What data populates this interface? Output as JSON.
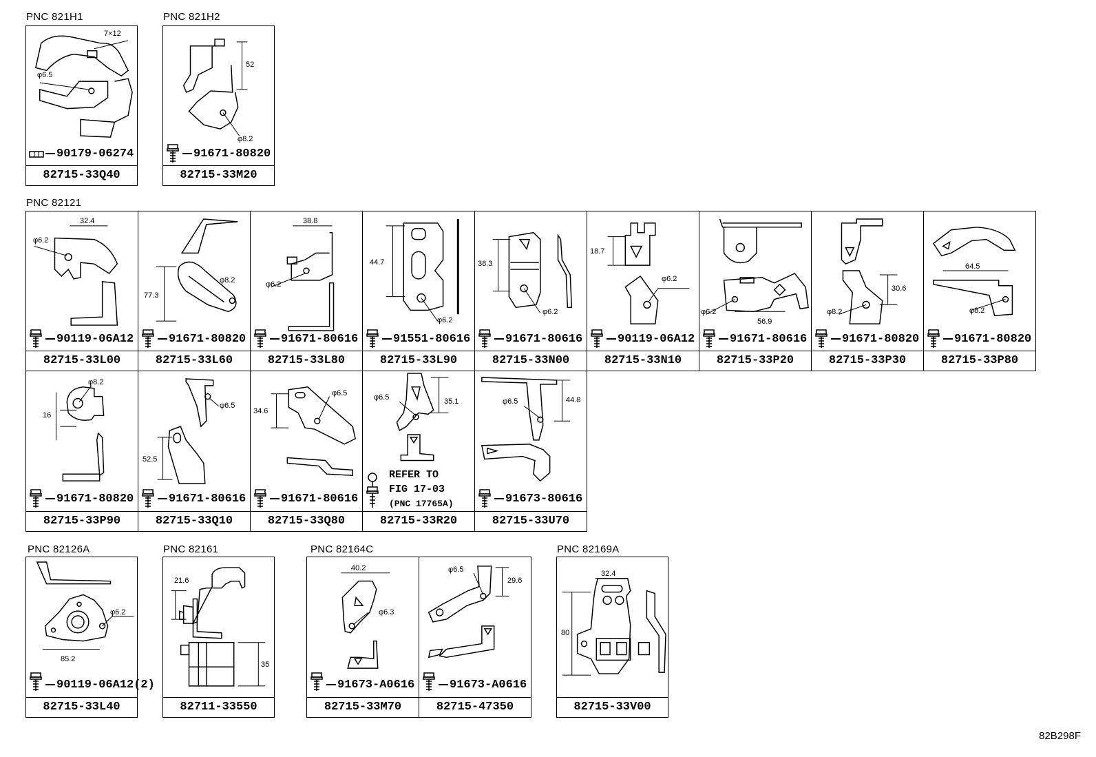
{
  "figure_code": "82B298F",
  "groups": [
    {
      "id": "g1",
      "pnc": "PNC 821H1"
    },
    {
      "id": "g2",
      "pnc": "PNC 821H2"
    },
    {
      "id": "g3",
      "pnc": "PNC 82121"
    },
    {
      "id": "g4",
      "pnc": "PNC 82126A"
    },
    {
      "id": "g5",
      "pnc": "PNC 82161"
    },
    {
      "id": "g6",
      "pnc": "PNC 82164C"
    },
    {
      "id": "g7",
      "pnc": "PNC 82169A"
    }
  ],
  "cells": [
    {
      "code": "82715-33Q40",
      "fastener": "90179-06274",
      "fastener_icon": "nut-icon",
      "dims": [
        "7×12",
        "φ6.5"
      ]
    },
    {
      "code": "82715-33M20",
      "fastener": "91671-80820",
      "fastener_icon": "bolt-icon",
      "dims": [
        "52",
        "φ8.2"
      ]
    },
    {
      "code": "82715-33L00",
      "fastener": "90119-06A12",
      "fastener_icon": "bolt-icon",
      "dims": [
        "32.4",
        "φ6.2"
      ]
    },
    {
      "code": "82715-33L60",
      "fastener": "91671-80820",
      "fastener_icon": "bolt-icon",
      "dims": [
        "77.3",
        "φ8.2"
      ]
    },
    {
      "code": "82715-33L80",
      "fastener": "91671-80616",
      "fastener_icon": "bolt-icon",
      "dims": [
        "38.8",
        "φ6.2"
      ]
    },
    {
      "code": "82715-33L90",
      "fastener": "91551-80616",
      "fastener_icon": "bolt-icon",
      "dims": [
        "44.7",
        "φ6.2"
      ]
    },
    {
      "code": "82715-33N00",
      "fastener": "91671-80616",
      "fastener_icon": "bolt-icon",
      "dims": [
        "38.3",
        "φ6.2"
      ]
    },
    {
      "code": "82715-33N10",
      "fastener": "90119-06A12",
      "fastener_icon": "bolt-icon",
      "dims": [
        "18.7",
        "φ6.2"
      ]
    },
    {
      "code": "82715-33P20",
      "fastener": "91671-80616",
      "fastener_icon": "bolt-icon",
      "dims": [
        "φ6.2",
        "56.9"
      ]
    },
    {
      "code": "82715-33P30",
      "fastener": "91671-80820",
      "fastener_icon": "bolt-icon",
      "dims": [
        "30.6",
        "φ8.2"
      ]
    },
    {
      "code": "82715-33P80",
      "fastener": "91671-80820",
      "fastener_icon": "bolt-icon",
      "dims": [
        "64.5",
        "φ8.2"
      ]
    },
    {
      "code": "82715-33P90",
      "fastener": "91671-80820",
      "fastener_icon": "bolt-icon",
      "dims": [
        "φ8.2",
        "16"
      ]
    },
    {
      "code": "82715-33Q10",
      "fastener": "91671-80616",
      "fastener_icon": "bolt-icon",
      "dims": [
        "φ6.5",
        "52.5"
      ]
    },
    {
      "code": "82715-33Q80",
      "fastener": "91671-80616",
      "fastener_icon": "bolt-icon",
      "dims": [
        "34.6",
        "φ6.5"
      ]
    },
    {
      "code": "82715-33R20",
      "fastener": "",
      "fastener_icon": "ball-stud-icon",
      "dims": [
        "φ6.5",
        "35.1"
      ],
      "note": [
        "REFER TO",
        "FIG 17-03",
        "(PNC 17765A)"
      ]
    },
    {
      "code": "82715-33U70",
      "fastener": "91673-80616",
      "fastener_icon": "bolt-icon",
      "dims": [
        "φ6.5",
        "44.8"
      ]
    },
    {
      "code": "82715-33L40",
      "fastener": "90119-06A12(2)",
      "fastener_icon": "bolt-icon",
      "dims": [
        "φ6.2",
        "85.2"
      ]
    },
    {
      "code": "82711-33550",
      "fastener": "",
      "fastener_icon": "",
      "dims": [
        "21.6",
        "35"
      ]
    },
    {
      "code": "82715-33M70",
      "fastener": "91673-A0616",
      "fastener_icon": "bolt-icon",
      "dims": [
        "40.2",
        "φ6.3"
      ]
    },
    {
      "code": "82715-47350",
      "fastener": "91673-A0616",
      "fastener_icon": "bolt-icon",
      "dims": [
        "φ6.5",
        "29.6"
      ]
    },
    {
      "code": "82715-33V00",
      "fastener": "",
      "fastener_icon": "",
      "dims": [
        "32.4",
        "80"
      ]
    }
  ]
}
